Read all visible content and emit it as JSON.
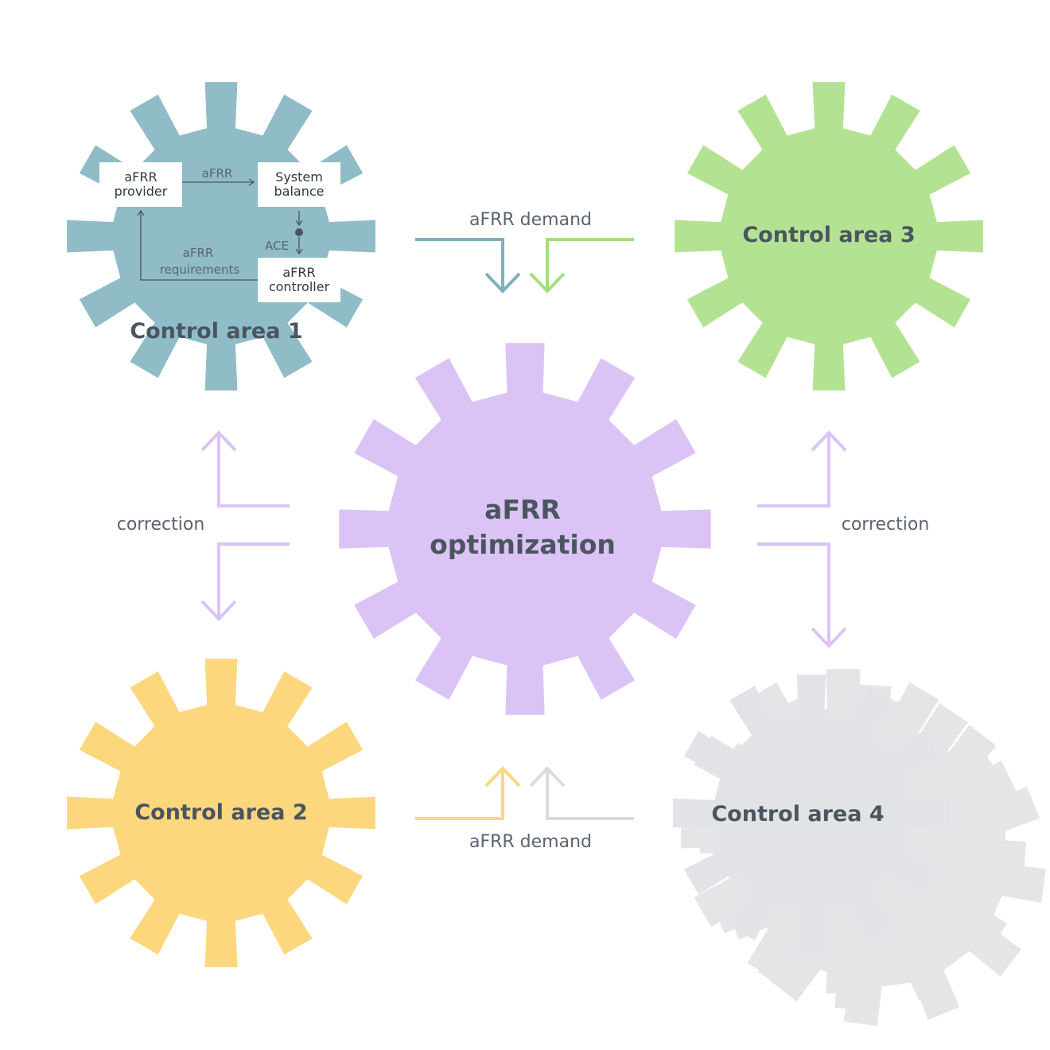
{
  "colors": {
    "area1": "#8fbcc6",
    "area2": "#fcd77e",
    "area3": "#b4e293",
    "area4": "#e1e3e6",
    "area4_shadow": "#e4e5e7",
    "center": "#dcc3f6",
    "correction_arrow": "#dcc3f6",
    "demand_area1_arrow": "#7fb0bb",
    "demand_area3_arrow": "#a6dd82",
    "demand_area2_arrow": "#fcd77e",
    "demand_area4_arrow": "#d9dbde",
    "text_dark": "#4b5560",
    "text_light": "#5a6470"
  },
  "gears": {
    "area1": {
      "label": "Control area 1"
    },
    "area2": {
      "label": "Control area 2"
    },
    "area3": {
      "label": "Control area 3"
    },
    "area4": {
      "label": "Control area 4"
    },
    "center": {
      "label_line1": "aFRR",
      "label_line2": "optimization"
    }
  },
  "inner_diagram": {
    "provider": {
      "line1": "aFRR",
      "line2": "provider"
    },
    "system_balance": {
      "line1": "System",
      "line2": "balance"
    },
    "controller": {
      "line1": "aFRR",
      "line2": "controller"
    },
    "afrr_flow_label": "aFRR",
    "ace_label": "ACE",
    "requirements_line1": "aFRR",
    "requirements_line2": "requirements"
  },
  "flows": {
    "demand_top": "aFRR demand",
    "demand_bottom": "aFRR demand",
    "correction_left": "correction",
    "correction_right": "correction"
  }
}
